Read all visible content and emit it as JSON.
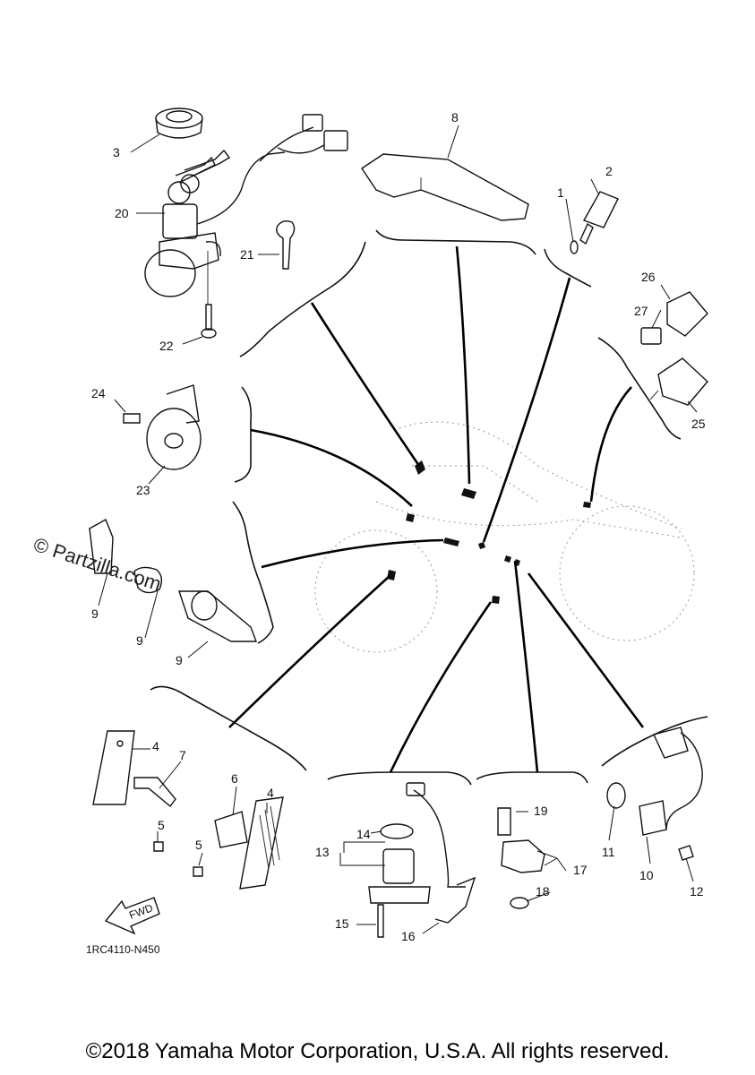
{
  "watermark": "© Partzilla.com",
  "drawing_code": "1RC4110-N450",
  "fwd_label": "FWD",
  "copyright": "©2018 Yamaha Motor Corporation, U.S.A. All rights reserved.",
  "callouts": {
    "c1": "1",
    "c2": "2",
    "c3": "3",
    "c4a": "4",
    "c4b": "4",
    "c5a": "5",
    "c5b": "5",
    "c6": "6",
    "c7": "7",
    "c8": "8",
    "c9a": "9",
    "c9b": "9",
    "c9c": "9",
    "c10": "10",
    "c11": "11",
    "c12": "12",
    "c13": "13",
    "c14": "14",
    "c15": "15",
    "c16": "16",
    "c17": "17",
    "c18": "18",
    "c19": "19",
    "c20": "20",
    "c21": "21",
    "c22": "22",
    "c23": "23",
    "c24": "24",
    "c25": "25",
    "c26": "26",
    "c27": "27"
  }
}
